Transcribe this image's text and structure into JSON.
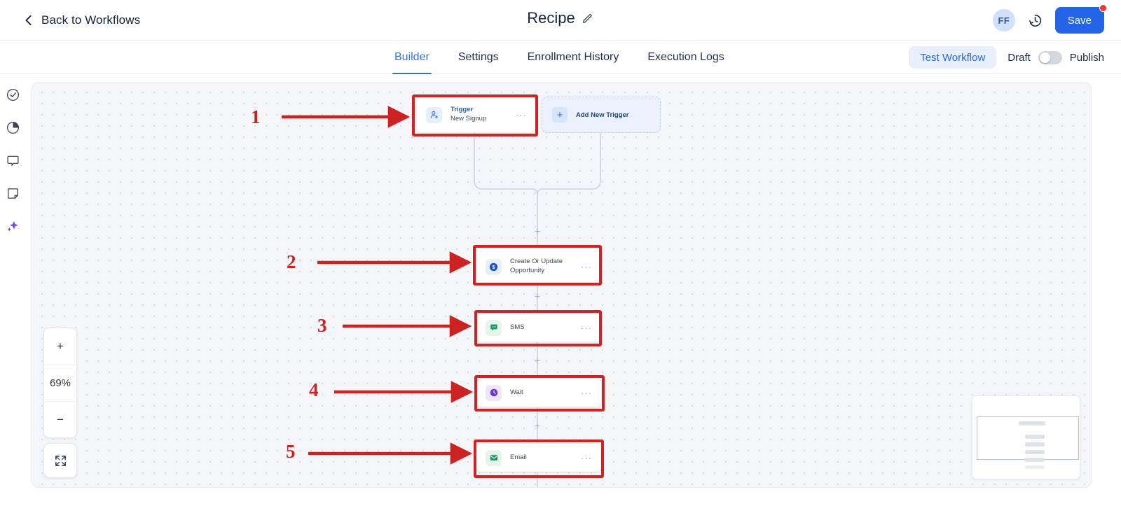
{
  "header": {
    "back_label": "Back to Workflows",
    "back_icon": "chevron-left-icon",
    "title": "Recipe",
    "edit_icon": "pencil-icon",
    "avatar_initials": "FF",
    "history_icon": "clock-history-icon",
    "save_label": "Save",
    "save_badge": "notification-dot"
  },
  "tabs": [
    {
      "label": "Builder",
      "active": true
    },
    {
      "label": "Settings",
      "active": false
    },
    {
      "label": "Enrollment History",
      "active": false
    },
    {
      "label": "Execution Logs",
      "active": false
    }
  ],
  "tabbar_right": {
    "test_workflow_label": "Test Workflow",
    "draft_label": "Draft",
    "publish_label": "Publish",
    "toggle_state": "off"
  },
  "sidebar": {
    "items": [
      {
        "icon": "check-circle-icon"
      },
      {
        "icon": "pie-chart-icon"
      },
      {
        "icon": "comment-bubble-icon"
      },
      {
        "icon": "note-square-icon"
      },
      {
        "icon": "ai-sparkle-icon"
      }
    ]
  },
  "canvas": {
    "zoom_level": "69%",
    "zoom_in_label": "+",
    "zoom_out_label": "−",
    "fit_icon": "fit-screen-icon",
    "minimap_name": "minimap"
  },
  "nodes": [
    {
      "id": "trigger",
      "title": "Trigger",
      "subtitle": "New Signup",
      "icon": "person-add-icon",
      "menu": "···",
      "annotation": "1"
    },
    {
      "id": "add-new-trigger",
      "label": "Add New Trigger",
      "icon": "plus-icon"
    },
    {
      "id": "create-or-update-opportunity",
      "title": "Create Or Update",
      "subtitle": "Opportunity",
      "icon": "dollar-coin-icon",
      "menu": "···",
      "annotation": "2"
    },
    {
      "id": "sms",
      "label": "SMS",
      "icon": "sms-bubble-icon",
      "menu": "···",
      "annotation": "3"
    },
    {
      "id": "wait",
      "label": "Wait",
      "icon": "clock-icon",
      "menu": "···",
      "annotation": "4"
    },
    {
      "id": "email",
      "label": "Email",
      "icon": "envelope-icon",
      "menu": "···",
      "annotation": "5"
    }
  ],
  "connector_plus": "+",
  "colors": {
    "accent_blue": "#2465e8",
    "tab_active": "#3273d8",
    "annotation_red": "#d42222",
    "canvas_bg": "#f3f5f8",
    "notification_red": "#ee3333"
  }
}
